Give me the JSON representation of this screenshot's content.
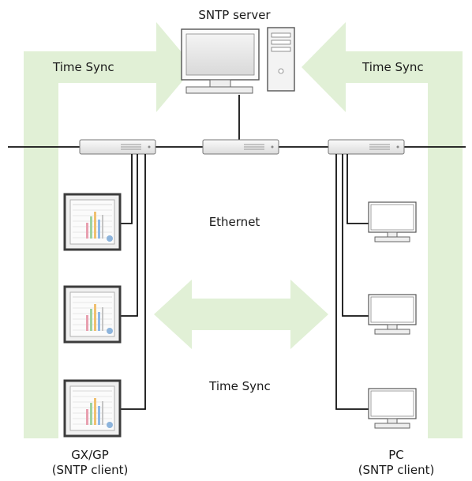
{
  "labels": {
    "server": "SNTP server",
    "time_sync_left": "Time Sync",
    "time_sync_right": "Time Sync",
    "ethernet": "Ethernet",
    "time_sync_center": "Time Sync",
    "gxgp_name": "GX/GP",
    "gxgp_role": "(SNTP client)",
    "pc_name": "PC",
    "pc_role": "(SNTP client)"
  },
  "colors": {
    "arrow_fill": "#e1f0d6",
    "line": "#111111",
    "recorder_frame": "#4a4a4a"
  },
  "icons": {
    "server": "server-computer-icon",
    "hub": "network-hub-icon",
    "recorder": "gx-gp-recorder-icon",
    "pc": "pc-monitor-icon"
  }
}
